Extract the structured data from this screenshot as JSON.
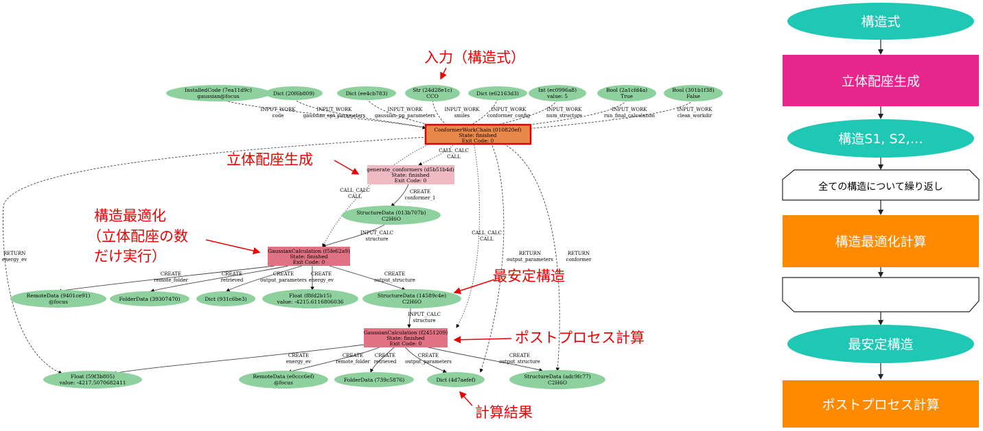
{
  "colors": {
    "node_green": "#8fd19e",
    "node_orange": "#e8884a",
    "node_pink": "#f0bac3",
    "node_calc": "#e07284",
    "anno_red": "#ee0000",
    "flow_teal": "#1ec8b4",
    "flow_magenta": "#e6268c",
    "flow_orange": "#ff8a00"
  },
  "graph": {
    "nodes": [
      {
        "id": "code",
        "lines": [
          "InstalledCode (7ea11d9c)",
          "gaussian@focus"
        ]
      },
      {
        "id": "d1",
        "lines": [
          "Dict (20f6b809)"
        ]
      },
      {
        "id": "d2",
        "lines": [
          "Dict (ee4cb783)"
        ]
      },
      {
        "id": "str",
        "lines": [
          "Str (24d28e1c)",
          "CCO"
        ]
      },
      {
        "id": "d3",
        "lines": [
          "Dict (e62163d3)"
        ]
      },
      {
        "id": "int",
        "lines": [
          "Int (ec0996a8)",
          "value: 5"
        ]
      },
      {
        "id": "b1",
        "lines": [
          "Bool (2a1cfd4a)",
          "True"
        ]
      },
      {
        "id": "b2",
        "lines": [
          "Bool (301b1f38)",
          "False"
        ]
      },
      {
        "id": "wc",
        "lines": [
          "ConformerWorkChain (010820ef)",
          "State: finished",
          "Exit Code: 0"
        ]
      },
      {
        "id": "gen",
        "lines": [
          "generate_conformers (d5b51b4d)",
          "State: finished",
          "Exit Code: 0"
        ]
      },
      {
        "id": "sd1",
        "lines": [
          "StructureData (013b707b)",
          "C2H6O"
        ]
      },
      {
        "id": "gc1",
        "lines": [
          "GaussianCalculation (f5fe62a9)",
          "State: finished",
          "Exit Code: 0"
        ]
      },
      {
        "id": "rd1",
        "lines": [
          "RemoteData (9401ce91)",
          "@focus"
        ]
      },
      {
        "id": "fd1",
        "lines": [
          "FolderData (39307470)"
        ]
      },
      {
        "id": "dct1",
        "lines": [
          "Dict (931c6be3)"
        ]
      },
      {
        "id": "fl1",
        "lines": [
          "Float (f8fd2b15)",
          "value: -4215.6116806036"
        ]
      },
      {
        "id": "sd2",
        "lines": [
          "StructureData (14589c4e)",
          "C2H6O"
        ]
      },
      {
        "id": "gc2",
        "lines": [
          "GaussianCalculation (f2451209)",
          "State: finished",
          "Exit Code: 0"
        ]
      },
      {
        "id": "fl2",
        "lines": [
          "Float (59f3b805)",
          "value: -4217.5070682411"
        ]
      },
      {
        "id": "rd2",
        "lines": [
          "RemoteData (e0ccc6ef)",
          "@focus"
        ]
      },
      {
        "id": "fd2",
        "lines": [
          "FolderData (739c5876)"
        ]
      },
      {
        "id": "dct2",
        "lines": [
          "Dict (4d7aefef)"
        ]
      },
      {
        "id": "sd3",
        "lines": [
          "StructureData (adc9fc77)",
          "C2H6O"
        ]
      }
    ],
    "edge_labels": [
      {
        "id": "e_code",
        "lines": [
          "INPUT_WORK",
          "code"
        ]
      },
      {
        "id": "e_d1",
        "lines": [
          "INPUT_WORK",
          "gaussian_opt_parameters"
        ]
      },
      {
        "id": "e_d2",
        "lines": [
          "INPUT_WORK",
          "gaussian_pp_parameters"
        ]
      },
      {
        "id": "e_str",
        "lines": [
          "INPUT_WORK",
          "smiles"
        ]
      },
      {
        "id": "e_d3",
        "lines": [
          "INPUT_WORK",
          "conformer_config"
        ]
      },
      {
        "id": "e_int",
        "lines": [
          "INPUT_WORK",
          "num_structure"
        ]
      },
      {
        "id": "e_b1",
        "lines": [
          "INPUT_WORK",
          "run_final_calculation"
        ]
      },
      {
        "id": "e_b2",
        "lines": [
          "INPUT_WORK",
          "clean_workdir"
        ]
      },
      {
        "id": "e_wcgen",
        "lines": [
          "CALL_CALC",
          "CALL"
        ]
      },
      {
        "id": "e_gensd1",
        "lines": [
          "CREATE",
          "conformer_1"
        ]
      },
      {
        "id": "e_wcgc1",
        "lines": [
          "CALL_CALC",
          "CALL"
        ]
      },
      {
        "id": "e_sd1gc1",
        "lines": [
          "INPUT_CALC",
          "structure"
        ]
      },
      {
        "id": "e_ret",
        "lines": [
          "RETURN",
          "energy_ev"
        ]
      },
      {
        "id": "e_rd1",
        "lines": [
          "CREATE",
          "remote_folder"
        ]
      },
      {
        "id": "e_fd1",
        "lines": [
          "CREATE",
          "retrieved"
        ]
      },
      {
        "id": "e_dct1",
        "lines": [
          "CREATE",
          "output_parameters"
        ]
      },
      {
        "id": "e_fl1",
        "lines": [
          "CREATE",
          "energy_ev"
        ]
      },
      {
        "id": "e_sd2",
        "lines": [
          "CREATE",
          "output_structure"
        ]
      },
      {
        "id": "e_wcgc2",
        "lines": [
          "CALL_CALC",
          "CALL"
        ]
      },
      {
        "id": "e_retop",
        "lines": [
          "RETURN",
          "output_parameters"
        ]
      },
      {
        "id": "e_retconf",
        "lines": [
          "RETURN",
          "conformer"
        ]
      },
      {
        "id": "e_sd2gc2",
        "lines": [
          "INPUT_CALC",
          "structure"
        ]
      },
      {
        "id": "e_fl2",
        "lines": [
          "CREATE",
          "energy_ev"
        ]
      },
      {
        "id": "e_rd2",
        "lines": [
          "CREATE",
          "remote_folder"
        ]
      },
      {
        "id": "e_fd2",
        "lines": [
          "CREATE",
          "retrieved"
        ]
      },
      {
        "id": "e_dct2",
        "lines": [
          "CREATE",
          "output_parameters"
        ]
      },
      {
        "id": "e_sd3",
        "lines": [
          "CREATE",
          "output_structure"
        ]
      }
    ]
  },
  "annotations": {
    "input": "入力（構造式）",
    "conformer_gen": "立体配座生成",
    "opt": [
      "構造最適化",
      "（立体配座の数",
      "だけ実行）"
    ],
    "most_stable": "最安定構造",
    "postprocess": "ポストプロセス計算",
    "result": "計算結果"
  },
  "flowchart": {
    "step1": "構造式",
    "step2": "立体配座生成",
    "step3": "構造S1, S2,…",
    "loop_start": "全ての構造について繰り返し",
    "step4": "構造最適化計算",
    "loop_end": "",
    "step5": "最安定構造",
    "step6": "ポストプロセス計算"
  }
}
